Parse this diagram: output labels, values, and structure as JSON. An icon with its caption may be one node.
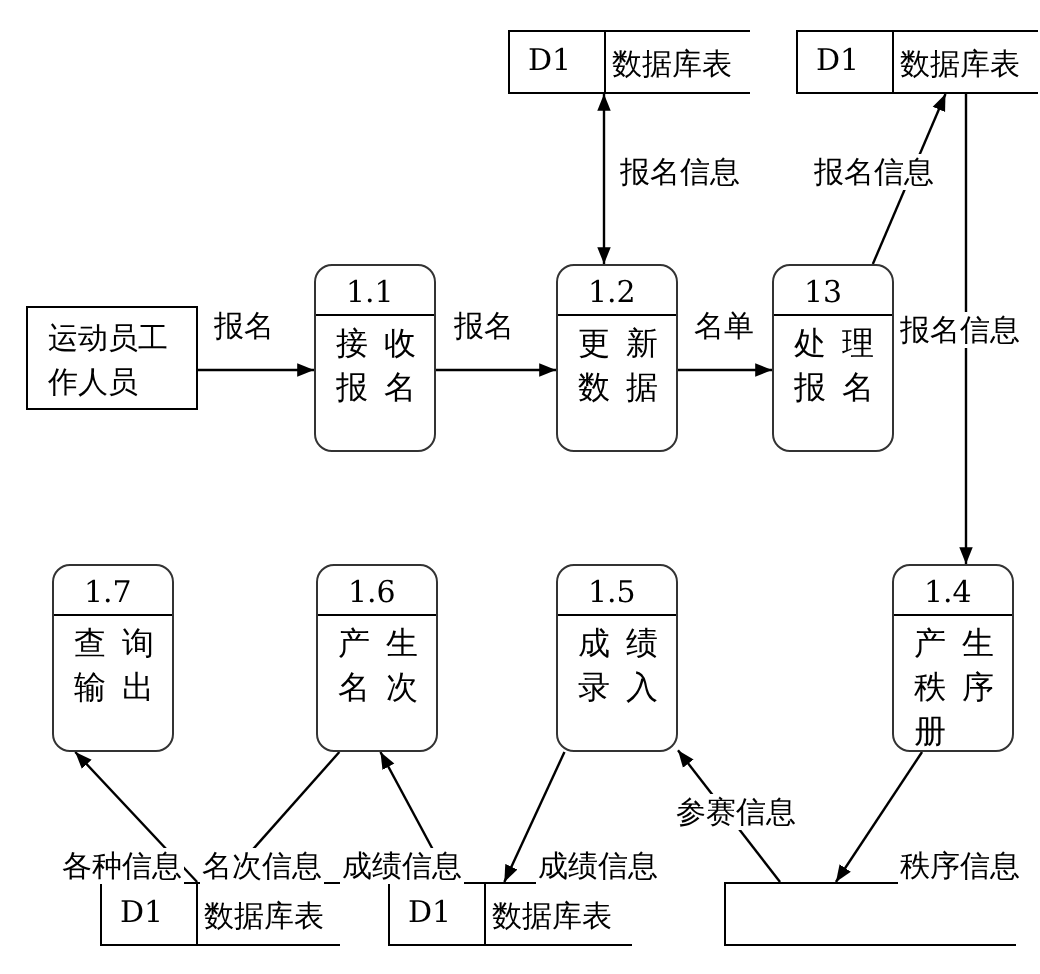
{
  "diagram": {
    "nodes": [
      {
        "text": [
          "运动员工作人员"
        ]
      },
      {
        "text": [
          "1.1",
          "接收报名"
        ]
      },
      {
        "text": [
          "1.2",
          "更新数据"
        ]
      },
      {
        "text": [
          "13",
          "处理报名"
        ]
      },
      {
        "text": [
          "D1",
          "数据库表"
        ]
      },
      {
        "text": [
          "D1",
          "数据库表"
        ]
      },
      {
        "text": [
          "1.7",
          "查询输出"
        ]
      },
      {
        "text": [
          "1.6",
          "产生名次"
        ]
      },
      {
        "text": [
          "1.5",
          "成绩录入"
        ]
      },
      {
        "text": [
          "1.4",
          "产生秩序册"
        ]
      },
      {
        "text": [
          "D1",
          "数据库表"
        ]
      },
      {
        "text": [
          "D1",
          "数据库表"
        ]
      },
      {
        "text": [],
        "shape": "box"
      }
    ],
    "edges": [
      {
        "from": 0,
        "to": 1,
        "arrow": "to",
        "label": "报名"
      },
      {
        "from": 1,
        "to": 2,
        "arrow": "to",
        "label": "报名"
      },
      {
        "from": 2,
        "to": 3,
        "arrow": "to",
        "label": "名单"
      },
      {
        "from": 2,
        "to": 4,
        "arrow": "both",
        "label": "报名信息"
      },
      {
        "from": 3,
        "to": 5,
        "arrow": "to",
        "label": "报名信息"
      },
      {
        "from": 5,
        "to": 9,
        "arrow": "to",
        "label": "报名信息"
      },
      {
        "from": 7,
        "to": 10,
        "arrow": "to",
        "label": "名次信息"
      },
      {
        "from": 10,
        "to": 6,
        "arrow": "to",
        "label": "各种信息"
      },
      {
        "from": 11,
        "to": 7,
        "arrow": "to",
        "label": "成绩信息"
      },
      {
        "from": 8,
        "to": 11,
        "arrow": "to",
        "label": "成绩信息"
      },
      {
        "from": 12,
        "to": 8,
        "arrow": "to",
        "label": "参赛信息"
      },
      {
        "from": 9,
        "to": 12,
        "arrow": "to",
        "label": "秩序信息"
      }
    ]
  }
}
